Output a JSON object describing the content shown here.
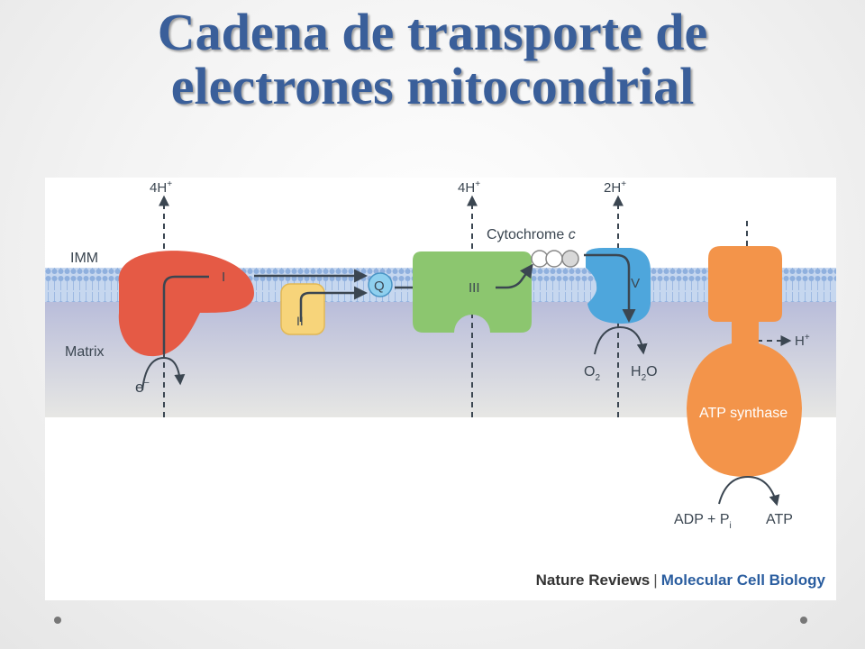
{
  "slide": {
    "title_line1": "Cadena de transporte de",
    "title_line2": "electrones mitocondrial"
  },
  "diagram": {
    "labels": {
      "imm": "IMM",
      "matrix": "Matrix",
      "electron": "e",
      "electron_sup": "−",
      "complex_1": "I",
      "complex_2": "II",
      "complex_3": "III",
      "complex_4": "IV",
      "quinone": "Q",
      "cytochrome_c": "Cytochrome",
      "cytochrome_c_italic": "c",
      "proton_1": "4H",
      "proton_3": "4H",
      "proton_4": "2H",
      "proton_sup": "+",
      "h_plus": "H",
      "oxygen": "O",
      "oxygen_sub": "2",
      "water_h": "H",
      "water_sub": "2",
      "water_o": "O",
      "atp_synthase": "ATP synthase",
      "adp": "ADP + P",
      "adp_sub": "i",
      "atp": "ATP"
    },
    "colors": {
      "complex_1": "#e55a45",
      "complex_2": "#f7d47a",
      "complex_3": "#8cc66f",
      "complex_4": "#4ea6dc",
      "atp_synthase": "#f3944a",
      "membrane": "#a9c3e8",
      "matrix_band": "#c9cbe0",
      "arrow": "#3b4651"
    }
  },
  "credit": {
    "publisher": "Nature Reviews",
    "separator": "|",
    "journal": "Molecular Cell Biology"
  }
}
